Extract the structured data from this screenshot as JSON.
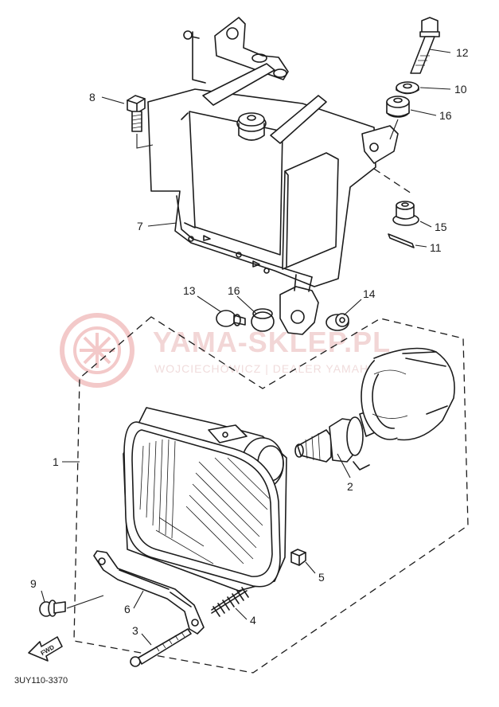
{
  "diagram": {
    "watermark": {
      "title": "YAMA-SKLEP.PL",
      "subtitle": "WOJCIECHOWICZ | DEALER YAMAHA",
      "logo": "yamaha-tuning-fork-logo",
      "color": "#f2d6d6"
    },
    "drawing_code": "3UY110-3370",
    "fwd_label": "FWD",
    "callouts": [
      {
        "id": "c1",
        "label": "1",
        "part": "headlight-assembly"
      },
      {
        "id": "c2",
        "label": "2",
        "part": "bulb"
      },
      {
        "id": "c3",
        "label": "3",
        "part": "adjusting-screw"
      },
      {
        "id": "c4",
        "label": "4",
        "part": "spring"
      },
      {
        "id": "c5",
        "label": "5",
        "part": "nut"
      },
      {
        "id": "c6",
        "label": "6",
        "part": "bracket"
      },
      {
        "id": "c7",
        "label": "7",
        "part": "headlight-stay"
      },
      {
        "id": "c8",
        "label": "8",
        "part": "bolt"
      },
      {
        "id": "c9",
        "label": "9",
        "part": "bolt-with-washer"
      },
      {
        "id": "c10",
        "label": "10",
        "part": "washer"
      },
      {
        "id": "c11",
        "label": "11",
        "part": "clip"
      },
      {
        "id": "c12",
        "label": "12",
        "part": "long-bolt"
      },
      {
        "id": "c13",
        "label": "13",
        "part": "bolt"
      },
      {
        "id": "c14",
        "label": "14",
        "part": "collar"
      },
      {
        "id": "c15",
        "label": "15",
        "part": "collar"
      },
      {
        "id": "c16a",
        "label": "16",
        "part": "grommet"
      },
      {
        "id": "c16b",
        "label": "16",
        "part": "grommet"
      }
    ]
  }
}
